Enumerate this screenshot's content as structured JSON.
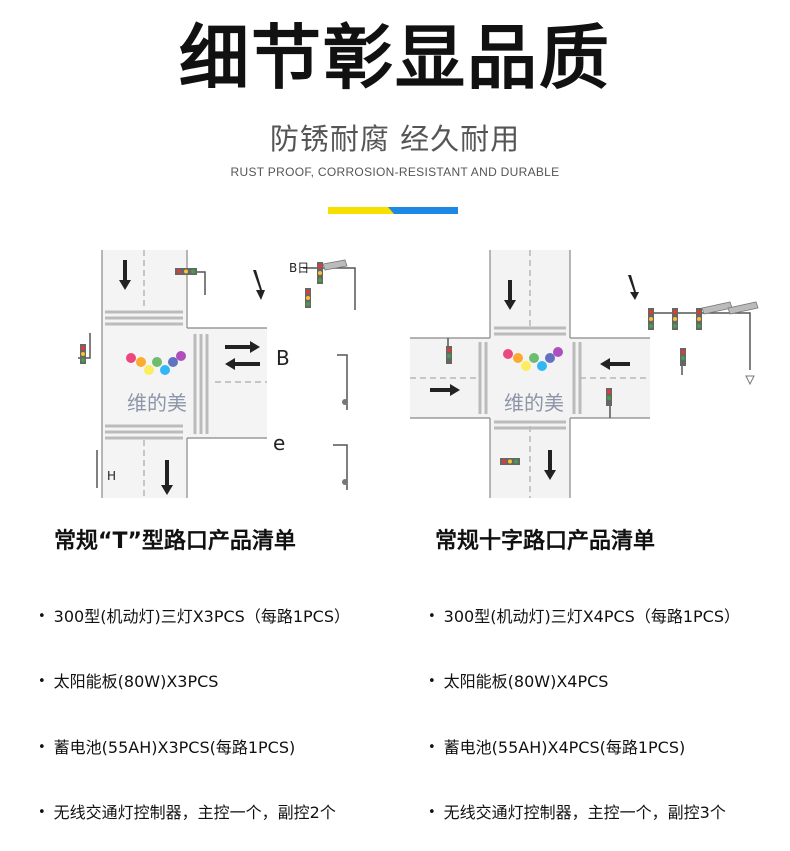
{
  "header": {
    "title": "细节彰显品质",
    "subtitle": "防锈耐腐 经久耐用",
    "subtitle_en": "RUST PROOF, CORROSION-RESISTANT AND DURABLE"
  },
  "colors": {
    "accent_yellow": "#f7e000",
    "accent_blue": "#1e88e5"
  },
  "diagrams": {
    "t_junction": {
      "watermark": "维的美",
      "labels": [
        "B",
        "e",
        "H",
        "B日"
      ]
    },
    "cross": {
      "watermark": "维的美"
    }
  },
  "lists": {
    "t_junction": {
      "title": "常规“T”型路口产品清单",
      "items": [
        "300型(机动灯)三灯X3PCS（每路1PCS）",
        "太阳能板(80W)X3PCS",
        "蓄电池(55AH)X3PCS(每路1PCS)",
        "无线交通灯控制器，主控一个，副控2个"
      ]
    },
    "cross": {
      "title": "常规十字路口产品清单",
      "items": [
        "300型(机动灯)三灯X4PCS（每路1PCS）",
        "太阳能板(80W)X4PCS",
        "蓄电池(55AH)X4PCS(每路1PCS)",
        "无线交通灯控制器，主控一个，副控3个"
      ]
    }
  }
}
